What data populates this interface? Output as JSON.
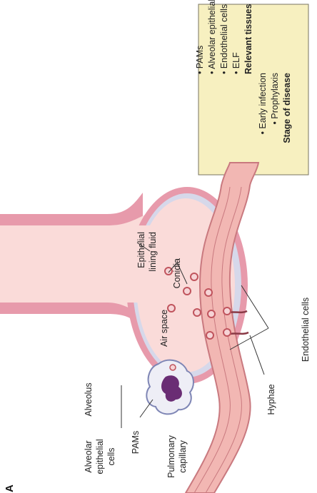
{
  "panel_letter": "A",
  "info_box": {
    "stage_heading": "Stage of disease",
    "stage_items": [
      "• Prophylaxis",
      "• Early infection"
    ],
    "tissues_heading": "Relevant tissues",
    "tissue_items": [
      "• ELF",
      "• Endothelial cells",
      "• Alveolar epithelial cells",
      "• PAMs"
    ]
  },
  "labels": {
    "alveolus": "Alveolus",
    "air_space": "Air space",
    "epithelial_lining_fluid": [
      "Epithelial",
      "lining fluid"
    ],
    "conidia": "Conidia",
    "endothelial_cells": "Endothelial cells",
    "hyphae": "Hyphae",
    "pams": "PAMs",
    "alveolar_epithelial_cells": [
      "Alveolar",
      "epithelial",
      "cells"
    ],
    "pulmonary_capillary": [
      "Pulmonary",
      "capillary"
    ]
  },
  "colors": {
    "info_box_fill": "#f7f0c0",
    "info_box_border": "#7a7560",
    "alveolus_wall": "#e79aab",
    "air_space": "#fadbd9",
    "lining_fluid": "#d6d8ea",
    "capillary": "#f2b7b3",
    "capillary_edge": "#c9797f",
    "conidia": "#c0545d",
    "pam_nucleus": "#6a2d74"
  }
}
